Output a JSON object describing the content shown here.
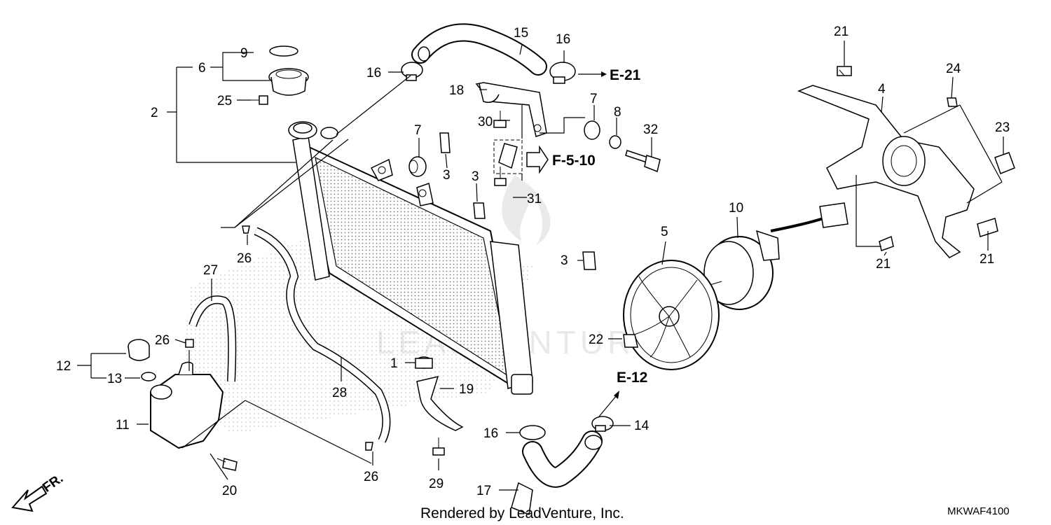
{
  "callouts": [
    {
      "id": "c1",
      "text": "1"
    },
    {
      "id": "c2",
      "text": "2"
    },
    {
      "id": "c3a",
      "text": "3"
    },
    {
      "id": "c3b",
      "text": "3"
    },
    {
      "id": "c3c",
      "text": "3"
    },
    {
      "id": "c4",
      "text": "4"
    },
    {
      "id": "c5",
      "text": "5"
    },
    {
      "id": "c6",
      "text": "6"
    },
    {
      "id": "c7a",
      "text": "7"
    },
    {
      "id": "c7b",
      "text": "7"
    },
    {
      "id": "c8",
      "text": "8"
    },
    {
      "id": "c9",
      "text": "9"
    },
    {
      "id": "c10",
      "text": "10"
    },
    {
      "id": "c11",
      "text": "11"
    },
    {
      "id": "c12",
      "text": "12"
    },
    {
      "id": "c13",
      "text": "13"
    },
    {
      "id": "c14",
      "text": "14"
    },
    {
      "id": "c15",
      "text": "15"
    },
    {
      "id": "c16a",
      "text": "16"
    },
    {
      "id": "c16b",
      "text": "16"
    },
    {
      "id": "c16c",
      "text": "16"
    },
    {
      "id": "c17",
      "text": "17"
    },
    {
      "id": "c18",
      "text": "18"
    },
    {
      "id": "c19",
      "text": "19"
    },
    {
      "id": "c20",
      "text": "20"
    },
    {
      "id": "c21a",
      "text": "21"
    },
    {
      "id": "c21b",
      "text": "21"
    },
    {
      "id": "c21c",
      "text": "21"
    },
    {
      "id": "c22",
      "text": "22"
    },
    {
      "id": "c23",
      "text": "23"
    },
    {
      "id": "c24",
      "text": "24"
    },
    {
      "id": "c25",
      "text": "25"
    },
    {
      "id": "c26a",
      "text": "26"
    },
    {
      "id": "c26b",
      "text": "26"
    },
    {
      "id": "c26c",
      "text": "26"
    },
    {
      "id": "c27",
      "text": "27"
    },
    {
      "id": "c28",
      "text": "28"
    },
    {
      "id": "c29",
      "text": "29"
    },
    {
      "id": "c30",
      "text": "30"
    },
    {
      "id": "c31",
      "text": "31"
    },
    {
      "id": "c32",
      "text": "32"
    }
  ],
  "references": {
    "e21": "E-21",
    "f510": "F-5-10",
    "e12": "E-12"
  },
  "direction_label": "FR.",
  "footer_text": "Rendered by LeadVenture, Inc.",
  "diagram_code": "MKWAF4100",
  "watermark_text": "LEADVENTURE"
}
